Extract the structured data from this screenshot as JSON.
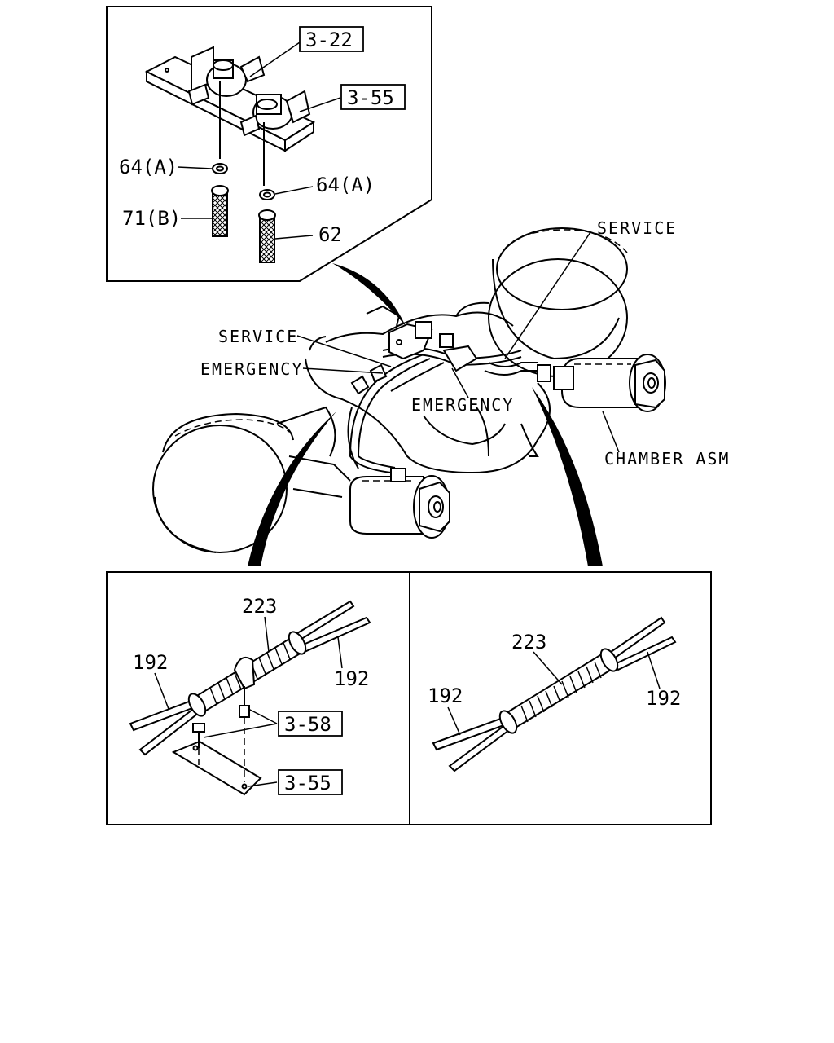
{
  "callouts": {
    "top_ref_1": "3-22",
    "top_ref_2": "3-55",
    "top_64a_left": "64(A)",
    "top_64a_right": "64(A)",
    "top_71b": "71(B)",
    "top_62": "62",
    "main_service_right": "SERVICE",
    "main_service_left": "SERVICE",
    "main_emergency_left": "EMERGENCY",
    "main_emergency_center": "EMERGENCY",
    "main_chamber_asm": "CHAMBER ASM",
    "bl_223": "223",
    "bl_192_left": "192",
    "bl_192_right": "192",
    "bl_ref_358": "3-58",
    "bl_ref_355": "3-55",
    "br_223": "223",
    "br_192_left": "192",
    "br_192_right": "192"
  }
}
